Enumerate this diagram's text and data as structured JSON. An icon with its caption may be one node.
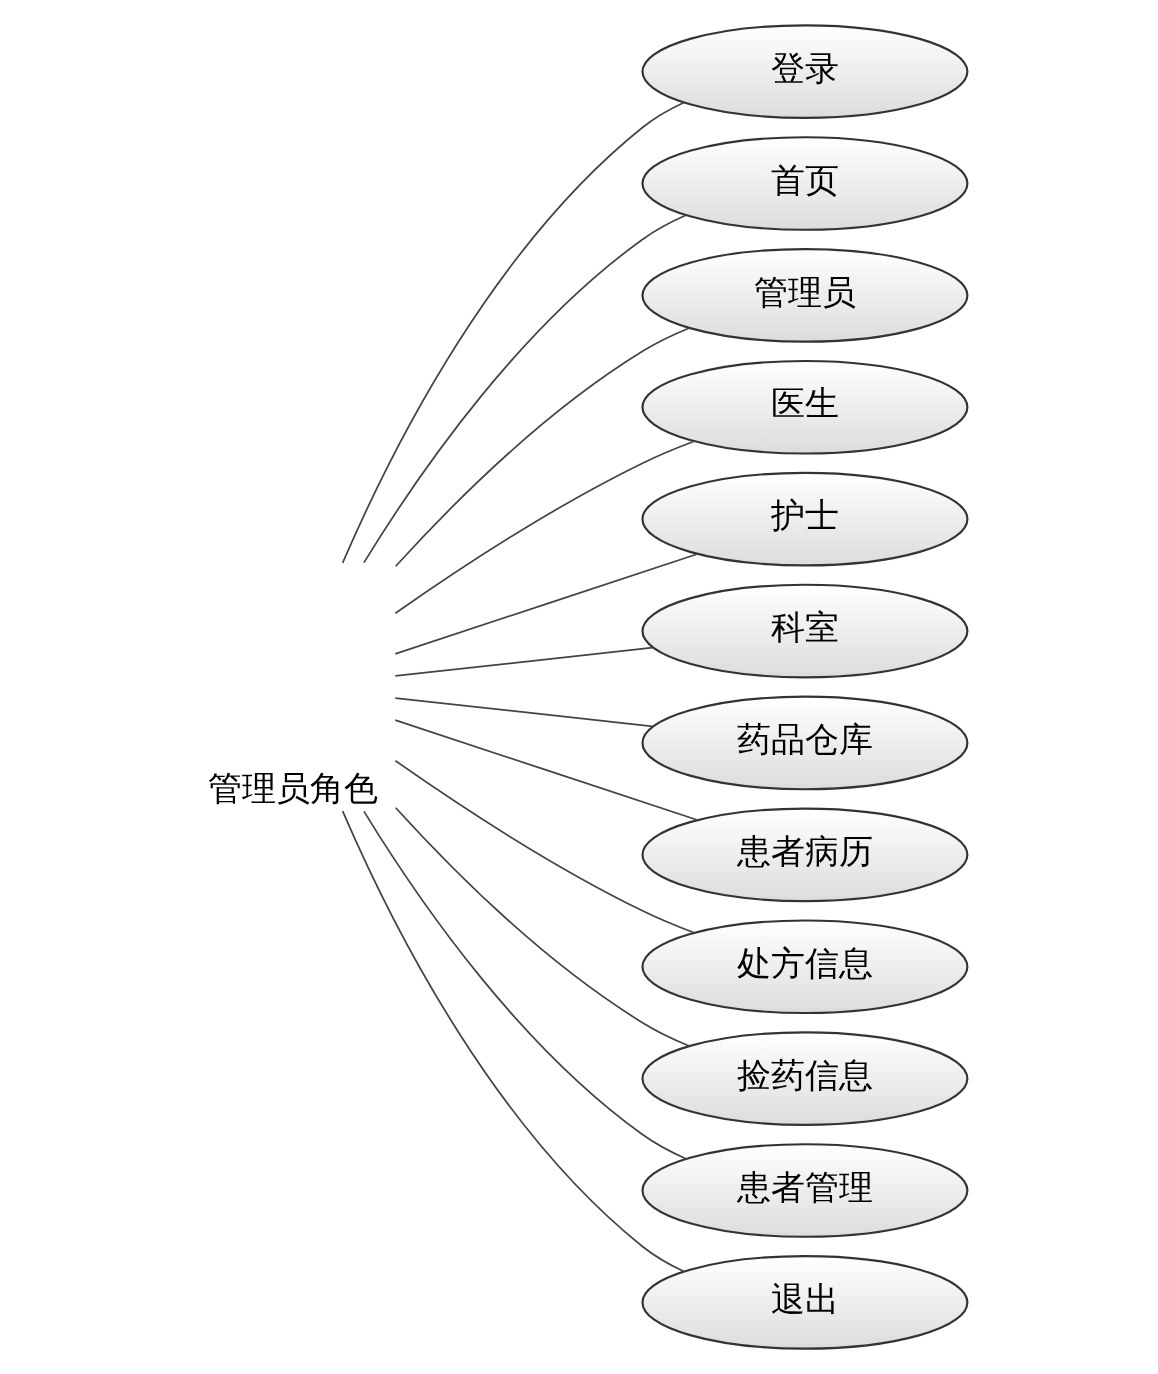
{
  "diagram": {
    "nodes": [
      {
        "text": [
          "管理员角色"
        ]
      },
      {
        "text": [
          "登录"
        ]
      },
      {
        "text": [
          "首页"
        ]
      },
      {
        "text": [
          "管理员"
        ]
      },
      {
        "text": [
          "医生"
        ]
      },
      {
        "text": [
          "护士"
        ]
      },
      {
        "text": [
          "科室"
        ]
      },
      {
        "text": [
          "药品仓库"
        ]
      },
      {
        "text": [
          "患者病历"
        ]
      },
      {
        "text": [
          "处方信息"
        ]
      },
      {
        "text": [
          "捡药信息"
        ]
      },
      {
        "text": [
          "患者管理"
        ]
      },
      {
        "text": [
          "退出"
        ]
      }
    ],
    "edges": [
      {
        "from": 0,
        "to": 1,
        "arrow": "none"
      },
      {
        "from": 0,
        "to": 2,
        "arrow": "none"
      },
      {
        "from": 0,
        "to": 3,
        "arrow": "none"
      },
      {
        "from": 0,
        "to": 4,
        "arrow": "none"
      },
      {
        "from": 0,
        "to": 5,
        "arrow": "none"
      },
      {
        "from": 0,
        "to": 6,
        "arrow": "none"
      },
      {
        "from": 0,
        "to": 7,
        "arrow": "none"
      },
      {
        "from": 0,
        "to": 8,
        "arrow": "none"
      },
      {
        "from": 0,
        "to": 9,
        "arrow": "none"
      },
      {
        "from": 0,
        "to": 10,
        "arrow": "none"
      },
      {
        "from": 0,
        "to": 11,
        "arrow": "none"
      },
      {
        "from": 0,
        "to": 12,
        "arrow": "none"
      }
    ]
  }
}
